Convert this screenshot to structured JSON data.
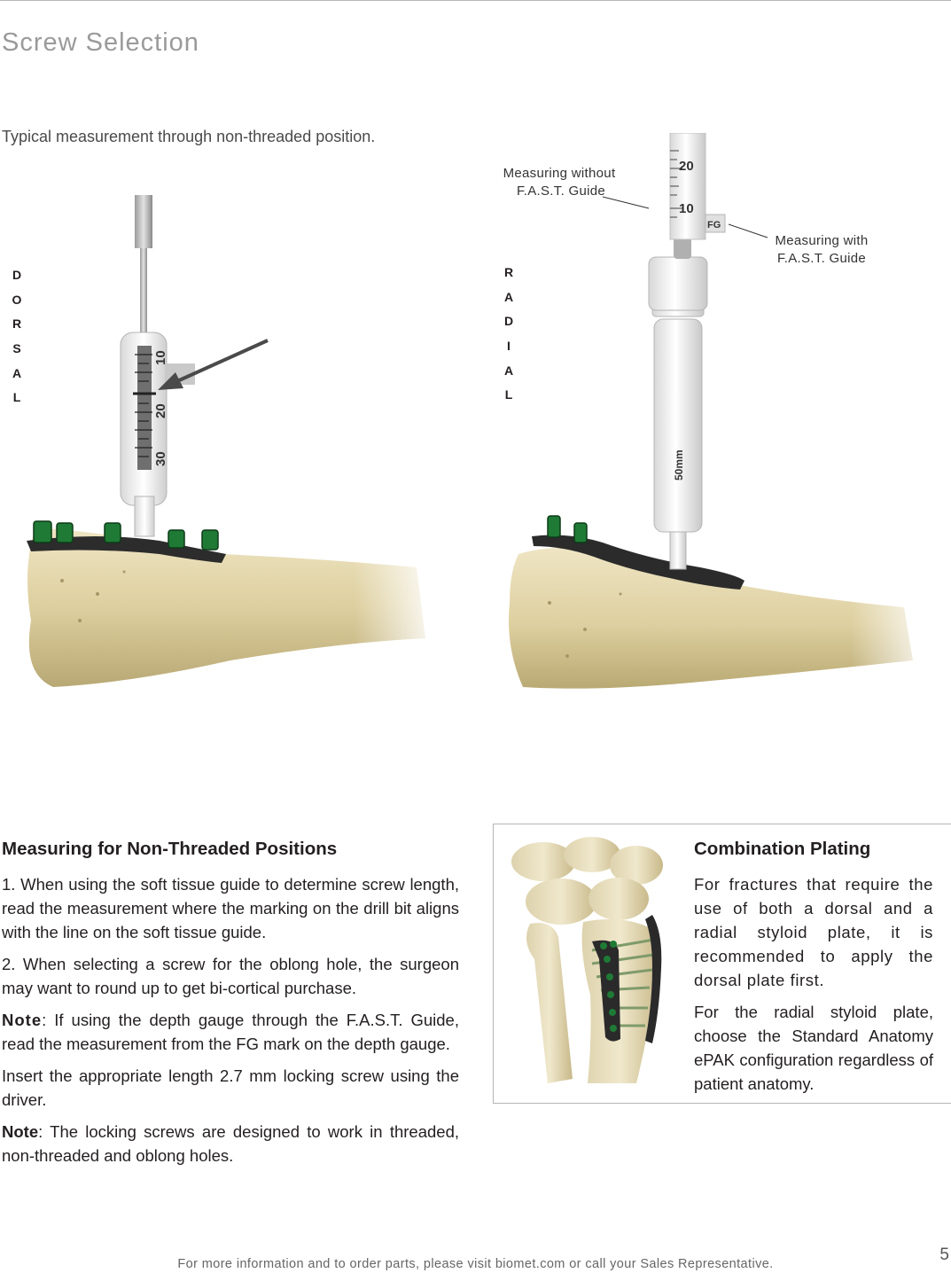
{
  "header": {
    "title": "Screw Selection"
  },
  "caption": "Typical measurement through non-threaded position.",
  "left_figure": {
    "orientation": [
      "D",
      "O",
      "R",
      "S",
      "A",
      "L"
    ],
    "gauge_numbers": [
      "10",
      "20",
      "30"
    ]
  },
  "right_figure": {
    "orientation": [
      "R",
      "A",
      "D",
      "I",
      "A",
      "L"
    ],
    "callout_without": [
      "Measuring without",
      "F.A.S.T. Guide"
    ],
    "callout_with": [
      "Measuring with",
      "F.A.S.T. Guide"
    ],
    "gauge_numbers": [
      "20",
      "10"
    ],
    "fg_mark": "FG",
    "size_mark": "50mm"
  },
  "measuring_section": {
    "heading": "Measuring for Non-Threaded Positions",
    "step1": "1. When using the soft tissue guide to determine screw length, read the measurement where the marking on the drill bit aligns with the line on the soft tissue guide.",
    "step2": "2. When selecting a screw for the oblong hole, the surgeon may want to round up to get bi-cortical purchase.",
    "note1_label": "Note",
    "note1_text": ": If using the depth gauge through the F.A.S.T. Guide, read the measurement from the FG mark on the depth gauge.",
    "insert_text": "Insert the appropriate length 2.7 mm locking screw using the driver.",
    "note2_label": "Note",
    "note2_text": ": The locking screws are designed to work in threaded, non-threaded and oblong holes."
  },
  "combination_section": {
    "heading": "Combination Plating",
    "para1": "For fractures that require the use of both a dorsal and a radial styloid plate, it is recommended to apply the dorsal plate first.",
    "para2": "For the radial styloid plate, choose the Standard Anatomy ePAK configuration regardless of patient anatomy."
  },
  "footer": {
    "text": "For more information and to order parts, please visit biomet.com or call your Sales Representative.",
    "page_number": "5"
  }
}
